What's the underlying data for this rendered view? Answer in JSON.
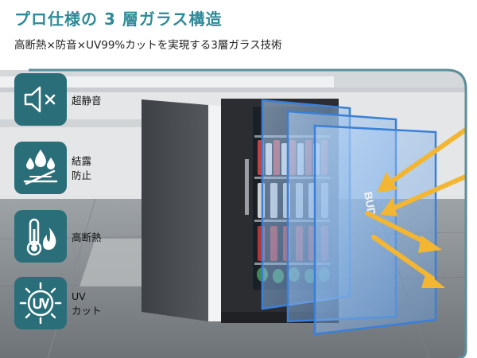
{
  "header": {
    "title": "プロ仕様の 3 層ガラス構造",
    "subtitle": "高断熱×防音×UV99%カットを実現する3層ガラス技術"
  },
  "features": [
    {
      "icon": "speaker-mute-icon",
      "label_lines": [
        "超静音"
      ]
    },
    {
      "icon": "water-drops-icon",
      "label_lines": [
        "結露",
        "防止"
      ]
    },
    {
      "icon": "thermometer-flame-icon",
      "label_lines": [
        "高断熱"
      ]
    },
    {
      "icon": "sun-uv-icon",
      "label_lines": [
        "UV",
        "カット"
      ]
    }
  ],
  "product": {
    "glass_layers": 3,
    "door_badge_text": "BUD"
  },
  "colors": {
    "accent": "#2f8a98",
    "icon_tile": "#2a6e79",
    "frame_border": "#5b8e99",
    "arrows": "#f2b632",
    "glass": "#7fb2ea"
  }
}
